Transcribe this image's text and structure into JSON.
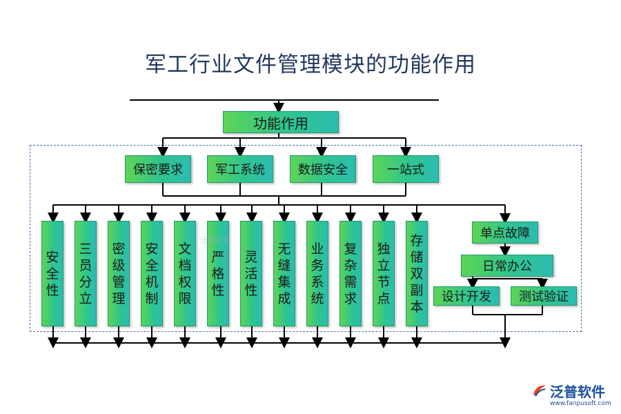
{
  "title": "军工行业文件管理模块的功能作用",
  "root": "功能作用",
  "level2": [
    "保密要求",
    "军工系统",
    "数据安全",
    "一站式"
  ],
  "level3": [
    "安全性",
    "三员分立",
    "密级管理",
    "安全机制",
    "文档权限",
    "严格性",
    "灵活性",
    "无缝集成",
    "业务系统",
    "复杂需求",
    "独立节点",
    "存储双副本"
  ],
  "right_chain": {
    "top": "单点故障",
    "middle": "日常办公",
    "left_leaf": "设计开发",
    "right_leaf": "测试验证"
  },
  "watermark": "泛普软件",
  "logo": {
    "name": "泛普软件",
    "url": "www.fanpusoft.com",
    "icon": "fanpu-logo-icon"
  },
  "colors": {
    "box_start": "#5dd456",
    "box_end": "#2bbcb0",
    "title": "#233a5e",
    "line": "#000000",
    "dashed": "#4a6fa5"
  }
}
